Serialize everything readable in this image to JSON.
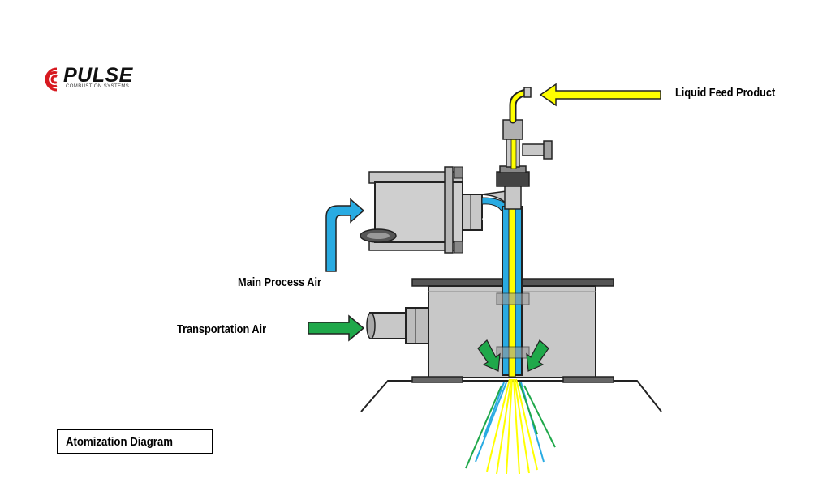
{
  "logo": {
    "word": "PULSE",
    "subtitle": "COMBUSTION SYSTEMS"
  },
  "labels": {
    "liquid_feed": "Liquid Feed Product",
    "main_process_air": "Main Process Air",
    "transportation_air": "Transportation Air"
  },
  "title": "Atomization Diagram",
  "colors": {
    "liquid": "#ffff00",
    "process_air": "#29abe2",
    "transport_air": "#1fa84a",
    "equipment": "#c8c8c8",
    "outline": "#222222",
    "logo_red": "#d71920"
  }
}
